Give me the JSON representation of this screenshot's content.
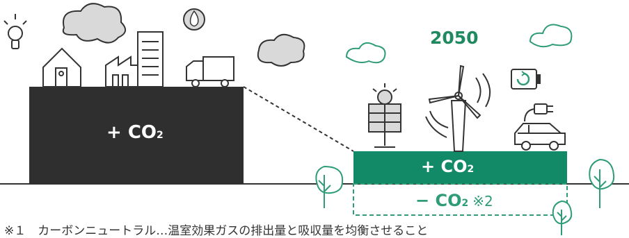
{
  "now": {
    "co2_plus": "+ CO",
    "sub": "2"
  },
  "future": {
    "year": "2050",
    "co2_plus": "+ CO",
    "co2_minus": "− CO",
    "sub": "2",
    "note_mark": "※2"
  },
  "footnote": "※１　カーボンニュートラル…温室効果ガスの排出量と吸収量を均衡させること",
  "colors": {
    "dark_block": "#2f2f2f",
    "green": "#138a67",
    "green_light": "#2e9c77",
    "outline": "#3a3a3a"
  },
  "icons": [
    "bulb-icon",
    "cloud-icon",
    "flame-icon",
    "house-icon",
    "factory-icon",
    "truck-icon",
    "solar-panel-icon",
    "wind-turbine-icon",
    "battery-icon",
    "plug-icon",
    "electric-car-icon",
    "tree-icon"
  ]
}
